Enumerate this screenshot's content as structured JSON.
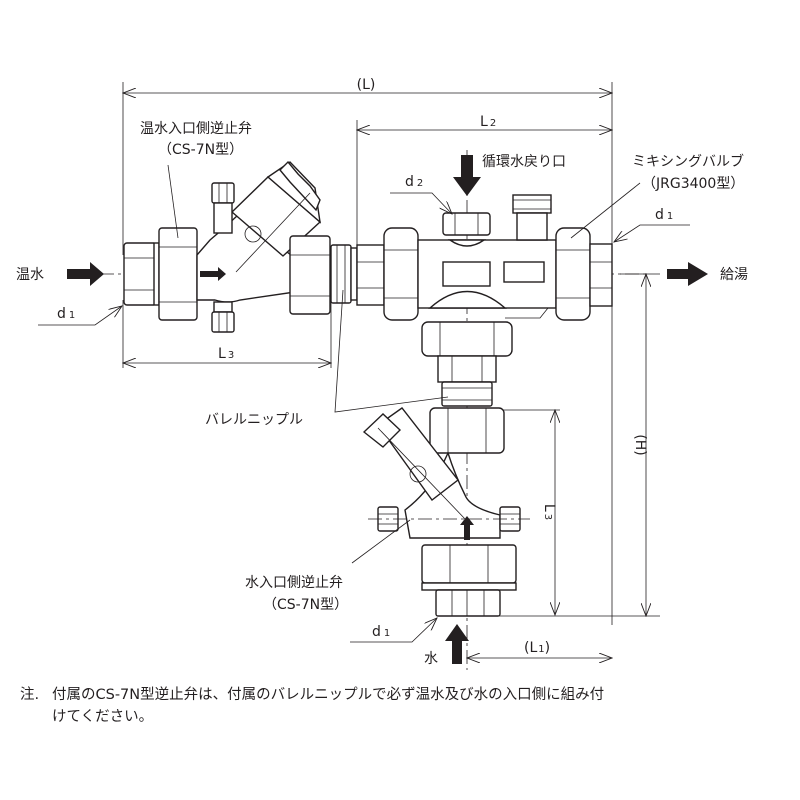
{
  "diagram": {
    "labels": {
      "hot_inlet_check_valve": "温水入口側逆止弁",
      "hot_inlet_check_valve_model": "（CS-7N型）",
      "recirculation_return": "循環水戻り口",
      "mixing_valve": "ミキシングバルブ",
      "mixing_valve_model": "（JRG3400型）",
      "barrel_nipple": "バレルニップル",
      "cold_inlet_check_valve": "水入口側逆止弁",
      "cold_inlet_check_valve_model": "（CS-7N型）"
    },
    "flows": {
      "hot_water_in": "温水",
      "hot_supply_out": "給湯",
      "cold_water_in": "水"
    },
    "dimensions": {
      "L": "(L)",
      "L2_main": "L",
      "L2_sub": "2",
      "L3_main": "L",
      "L3_sub": "3",
      "L3v_main": "L",
      "L3v_sub": "3",
      "H": "(H)",
      "L1_open": "(L",
      "L1_sub": "1",
      "L1_close": ")",
      "d1_main": "d",
      "d1_sub": "1",
      "d2_main": "d",
      "d2_sub": "2"
    },
    "colors": {
      "ink": "#231f20",
      "background": "#ffffff"
    }
  },
  "note": {
    "mark": "注.",
    "line1": "付属のCS-7N型逆止弁は、付属のバレルニップルで必ず温水及び水の入口側に組み付",
    "line2": "けてください。"
  }
}
